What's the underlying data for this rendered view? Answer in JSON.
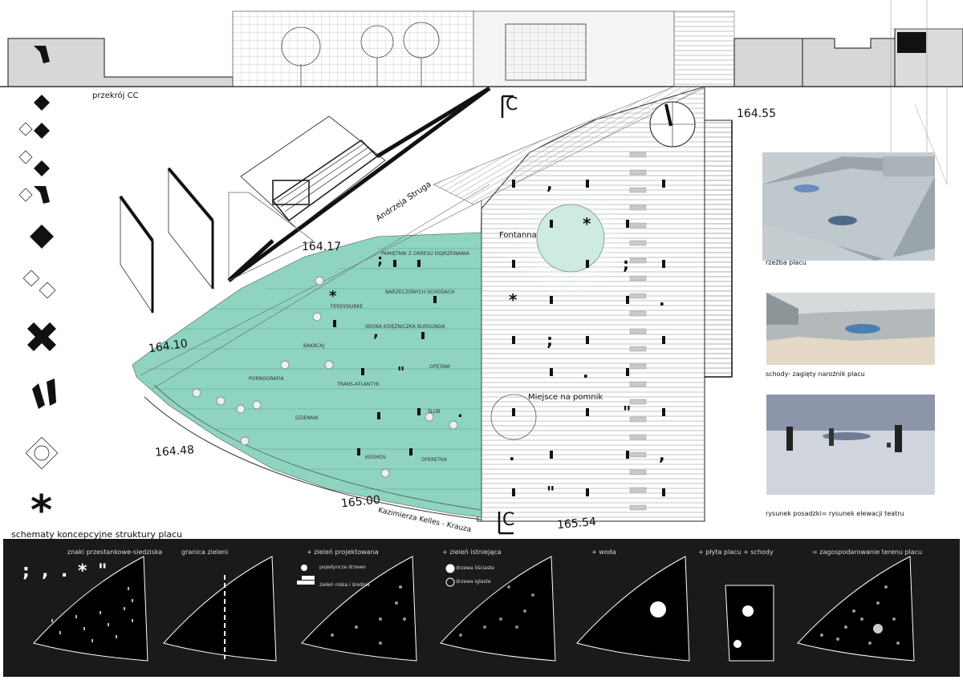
{
  "section": {
    "label": "przekrój CC"
  },
  "elevations": [
    "164.55",
    "164.17",
    "164.10",
    "164.48",
    "165.00",
    "165.54"
  ],
  "streets": {
    "top": "Andrzeja Struga",
    "bottom": "Kazimierza Kelles - Krauza"
  },
  "plaza_labels": {
    "fountain": "Fontanna",
    "monument": "Miejsce na pomnik"
  },
  "section_marker": "C",
  "green_strip_labels": [
    "PAMIĘTNIK Z OKRESU DOJRZEWANIA",
    "NARZECZONYCH SCHODACH",
    "FERDYDURKE",
    "IWONA KSIĘŻNICZKA BURGUNDA",
    "BAKACAJ",
    "OPĘTANI",
    "PORNOGRAFIA",
    "TRANS-ATLANTYK",
    "ŚLUB",
    "DZIENNIK",
    "KOSMOS",
    "OPERETKA"
  ],
  "left_column": {
    "caption": "schematy koncepcyjne struktury placu"
  },
  "renders": [
    {
      "caption": "rzeźba placu"
    },
    {
      "caption": "schody- zagięty narożnik placu"
    },
    {
      "caption": "rysunek posadzki= rysunek elewacji teatru"
    }
  ],
  "bottom_panels": [
    {
      "title": "znaki przestankowe-siedziska"
    },
    {
      "title": "granica zieleni"
    },
    {
      "title": "+ zieleń projektowana",
      "legend": [
        "pojedyncze drzewo",
        "zieleń niska i średnia"
      ]
    },
    {
      "title": "+ zieleń istniejąca",
      "legend": [
        "drzewa liściaste",
        "drzewa iglaste"
      ]
    },
    {
      "title": "+ woda"
    },
    {
      "title": "+ płyta placu + schody"
    },
    {
      "title": "= zagospodarowanie terenu placu"
    }
  ],
  "punctuation_marks": [
    ";",
    ",",
    ".",
    "*",
    "\""
  ],
  "colors": {
    "green": "#8fd3c1",
    "black": "#111111",
    "strip": "#1a1a1a",
    "grey": "#bfbfbf"
  }
}
